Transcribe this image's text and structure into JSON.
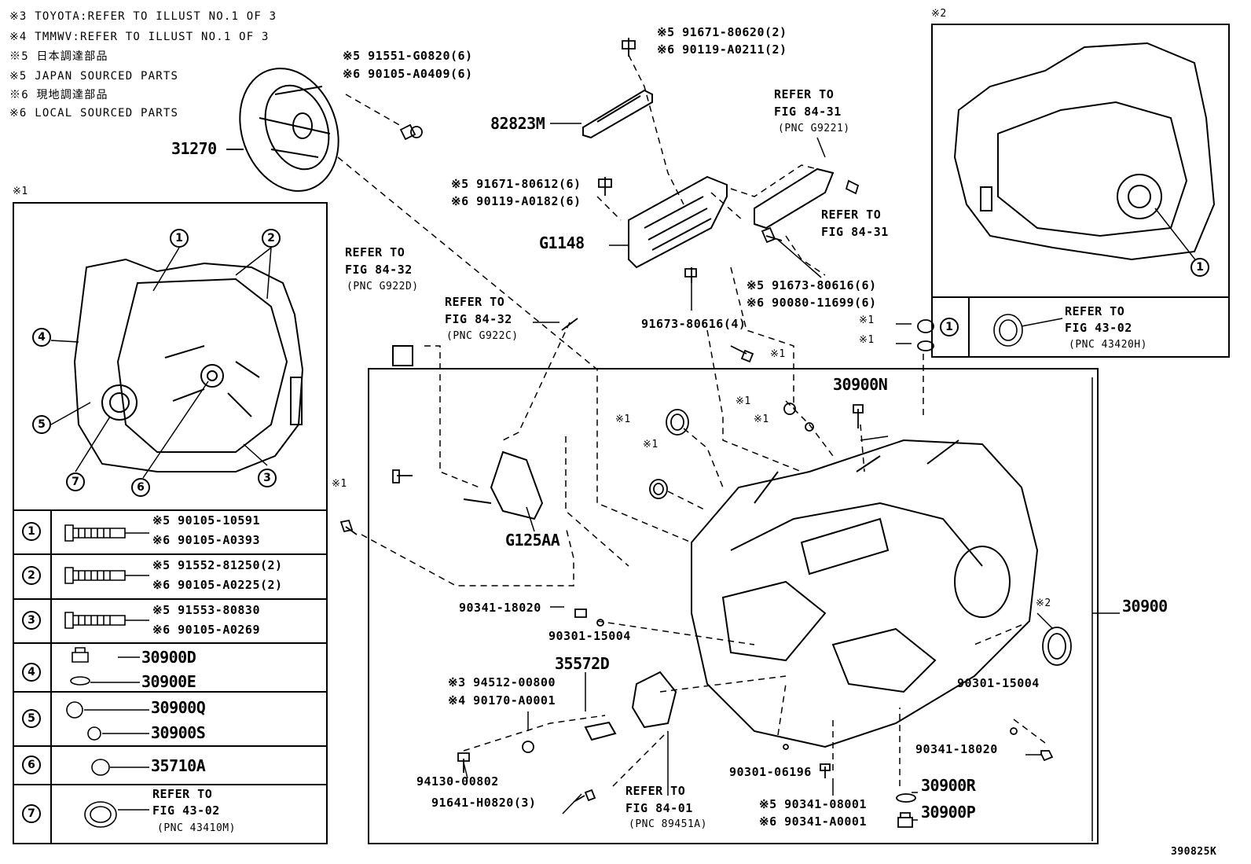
{
  "notes": [
    "※3 TOYOTA:REFER TO ILLUST NO.1 OF 3",
    "※4 TMMWV:REFER TO ILLUST NO.1 OF 3",
    "※5 日本調達部品",
    "※5 JAPAN SOURCED PARTS",
    "※6 現地調達部品",
    "※6 LOCAL SOURCED PARTS"
  ],
  "detail_box_1": {
    "title": "※1",
    "circle_numbers": [
      "1",
      "2",
      "3",
      "4",
      "5",
      "6",
      "7"
    ],
    "table": [
      {
        "num": "1",
        "lines": [
          "※5 90105-10591",
          "※6 90105-A0393"
        ]
      },
      {
        "num": "2",
        "lines": [
          "※5 91552-81250(2)",
          "※6 90105-A0225(2)"
        ]
      },
      {
        "num": "3",
        "lines": [
          "※5 91553-80830",
          "※6 90105-A0269"
        ]
      },
      {
        "num": "4",
        "lines": [
          "30900D",
          "30900E"
        ]
      },
      {
        "num": "5",
        "lines": [
          "30900Q",
          "30900S"
        ]
      },
      {
        "num": "6",
        "lines": [
          "35710A"
        ]
      },
      {
        "num": "7",
        "lines": [
          "REFER TO",
          "FIG 43-02",
          "(PNC 43410M)"
        ]
      }
    ]
  },
  "detail_box_2": {
    "title": "※2",
    "circle_number": "1",
    "row": {
      "num": "1",
      "lines": [
        "REFER TO",
        "FIG 43-02",
        "(PNC 43420H)"
      ]
    }
  },
  "parts": {
    "p31270": "31270",
    "p91551_1": "※5 91551-G0820(6)",
    "p91551_2": "※6 90105-A0409(6)",
    "p91671_1": "※5 91671-80620(2)",
    "p91671_2": "※6 90119-A0211(2)",
    "p82823M": "82823M",
    "ref_g9221_1": "REFER TO",
    "ref_g9221_2": "FIG 84-31",
    "ref_g9221_3": "(PNC G9221)",
    "p91671b_1": "※5 91671-80612(6)",
    "p91671b_2": "※6 90119-A0182(6)",
    "ref_8431b_1": "REFER TO",
    "ref_8431b_2": "FIG 84-31",
    "pG1148": "G1148",
    "ref_g922d_1": "REFER TO",
    "ref_g922d_2": "FIG 84-32",
    "ref_g922d_3": "(PNC G922D)",
    "ref_g922c_1": "REFER TO",
    "ref_g922c_2": "FIG 84-32",
    "ref_g922c_3": "(PNC G922C)",
    "p91673_1": "※5 91673-80616(6)",
    "p91673_2": "※6 90080-11699(6)",
    "p91673b": "91673-80616(4)",
    "x1_bolt": "※1",
    "x1_a": "※1",
    "x1_b": "※1",
    "p30900N": "30900N",
    "x1_c": "※1",
    "x1_d": "※1",
    "x1_e": "※1",
    "x1_f": "※1",
    "x1_g": "※1",
    "pG125AA": "G125AA",
    "p30900": "30900",
    "x2_seal": "※2",
    "p90341a": "90341-18020",
    "p90301a": "90301-15004",
    "p35572D": "35572D",
    "p94512_1": "※3 94512-00800",
    "p94512_2": "※4 90170-A0001",
    "p90301b": "90301-15004",
    "p90341b": "90341-18020",
    "p94130": "94130-00802",
    "p91641": "91641-H0820(3)",
    "ref_89451_1": "REFER TO",
    "ref_89451_2": "FIG 84-01",
    "ref_89451_3": "(PNC 89451A)",
    "p90301c": "90301-06196",
    "p30900R": "30900R",
    "p90341c_1": "※5 90341-08001",
    "p90341c_2": "※6 90341-A0001",
    "p30900P": "30900P",
    "illust_id": "390825K"
  }
}
